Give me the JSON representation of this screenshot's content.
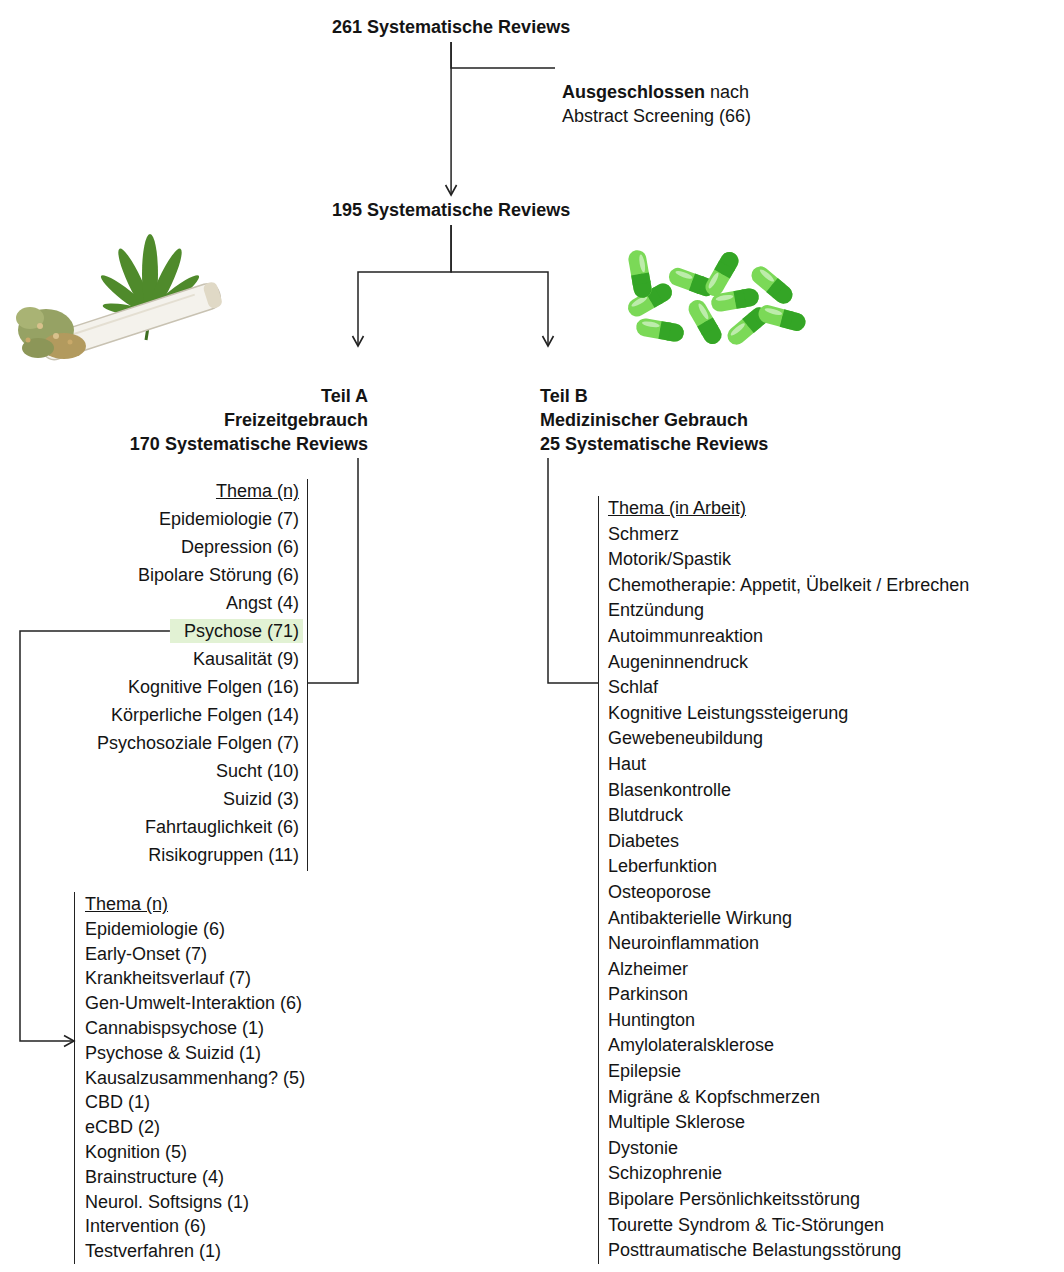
{
  "diagram": {
    "nodes": [
      {
        "text": [
          "261 Systematische Reviews"
        ]
      },
      {
        "text": [
          "Ausgeschlossen",
          "nach Abstract Screening (66)"
        ]
      },
      {
        "text": [
          "195 Systematische Reviews"
        ]
      },
      {
        "text": [
          "Teil A",
          "Freizeitgebrauch",
          "170 Systematische Reviews"
        ]
      },
      {
        "text": [
          "Teil B",
          "Medizinischer Gebrauch",
          "25 Systematische Reviews"
        ]
      },
      {
        "text": [
          "Thema (n)",
          "Epidemiologie (7)",
          "Depression (6)",
          "Bipolare Störung (6)",
          "Angst (4)",
          "Kausalität (9)",
          "Kognitive Folgen (16)",
          "Körperliche Folgen (14)",
          "Psychosoziale Folgen (7)",
          "Sucht (10)",
          "Suizid (3)",
          "Fahrtauglichkeit (6)",
          "Risikogruppen (11)"
        ]
      },
      {
        "text": [
          "Psychose (71)"
        ],
        "in": 5
      },
      {
        "text": [
          "Thema (in Arbeit)",
          "Schmerz",
          "Motorik/Spastik",
          "Chemotherapie: Appetit, Übelkeit / Erbrechen",
          "Entzündung",
          "Autoimmunreaktion",
          "Augeninnendruck",
          "Schlaf",
          "Kognitive Leistungssteigerung",
          "Gewebeneubildung",
          "Haut",
          "Blasenkontrolle",
          "Blutdruck",
          "Diabetes",
          "Leberfunktion",
          "Osteoporose",
          "Antibakterielle Wirkung",
          "Neuroinflammation",
          "Alzheimer",
          "Parkinson",
          "Huntington",
          "Amylolateralsklerose",
          "Epilepsie",
          "Migräne & Kopfschmerzen",
          "Multiple Sklerose",
          "Dystonie",
          "Schizophrenie",
          "Bipolare Persönlichkeitsstörung",
          "Tourette Syndrom & Tic-Störungen",
          "Posttraumatische Belastungsstörung"
        ]
      },
      {
        "text": [
          "Thema (n)",
          "Epidemiologie (6)",
          "Early-Onset (7)",
          "Krankheitsverlauf (7)",
          "Gen-Umwelt-Interaktion (6)",
          "Cannabispsychose (1)",
          "Psychose & Suizid (1)",
          "Kausalzusammenhang? (5)",
          "CBD (1)",
          "eCBD (2)",
          "Kognition (5)",
          "Brainstructure (4)",
          "Neurol. Softsigns (1)",
          "Intervention (6)",
          "Testverfahren (1)"
        ]
      }
    ],
    "edges": [
      {
        "from": 0,
        "to": 1,
        "arrow": "none"
      },
      {
        "from": 0,
        "to": 2,
        "arrow": "to"
      },
      {
        "from": 2,
        "to": 3,
        "arrow": "to"
      },
      {
        "from": 2,
        "to": 4,
        "arrow": "to"
      },
      {
        "from": 3,
        "to": 5,
        "arrow": "none"
      },
      {
        "from": 4,
        "to": 7,
        "arrow": "none"
      },
      {
        "from": 6,
        "to": 8,
        "arrow": "to"
      }
    ]
  }
}
